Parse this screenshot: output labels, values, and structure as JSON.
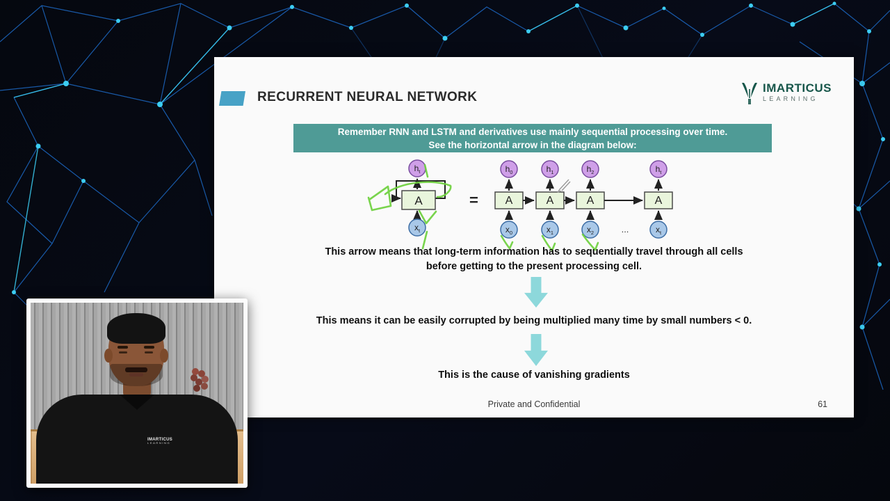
{
  "slide": {
    "title": "RECURRENT NEURAL NETWORK",
    "logo": {
      "name": "IMARTICUS",
      "sub": "LEARNING"
    },
    "banner": {
      "line1": "Remember RNN and LSTM and derivatives use mainly sequential processing over time.",
      "line2": "See the horizontal arrow in the diagram below:"
    },
    "diagram": {
      "cell_label": "A",
      "equals": "=",
      "ellipsis": "...",
      "folded": {
        "h_base": "h",
        "h_sub": "t",
        "x_base": "x",
        "x_sub": "t"
      },
      "cells": [
        {
          "h_base": "h",
          "h_sub": "0",
          "x_base": "x",
          "x_sub": "0"
        },
        {
          "h_base": "h",
          "h_sub": "1",
          "x_base": "x",
          "x_sub": "1"
        },
        {
          "h_base": "h",
          "h_sub": "2",
          "x_base": "x",
          "x_sub": "2"
        },
        {
          "h_base": "h",
          "h_sub": "t",
          "x_base": "x",
          "x_sub": "t"
        }
      ]
    },
    "paragraph1_line1": "This arrow means that long-term information has to sequentially travel through all cells",
    "paragraph1_line2": "before getting to the present processing cell.",
    "paragraph2": "This means it can be easily corrupted by being multiplied many time by small numbers < 0.",
    "paragraph3": "This is the cause of vanishing gradients",
    "footer": {
      "text": "Private and Confidential",
      "page": "61"
    }
  },
  "webcam": {
    "shirt_logo_line1": "IMARTICUS",
    "shirt_logo_line2": "LEARNING"
  },
  "colors": {
    "background": "#05080f",
    "network_blue": "#1e88e5",
    "network_cyan": "#38d3f5",
    "banner_bg": "#4f9b96",
    "accent_bullet": "#47a2c6",
    "teal_arrow": "#8dd8db",
    "logo_green": "#17564a",
    "node_h_fill": "#cf9fe8",
    "node_h_border": "#7a4ea0",
    "node_x_fill": "#a9c8e8",
    "node_x_border": "#3e6ea5",
    "cell_fill": "#e9f5dc",
    "cell_border": "#4a4a4a",
    "annotation_green": "#6fd13f"
  }
}
